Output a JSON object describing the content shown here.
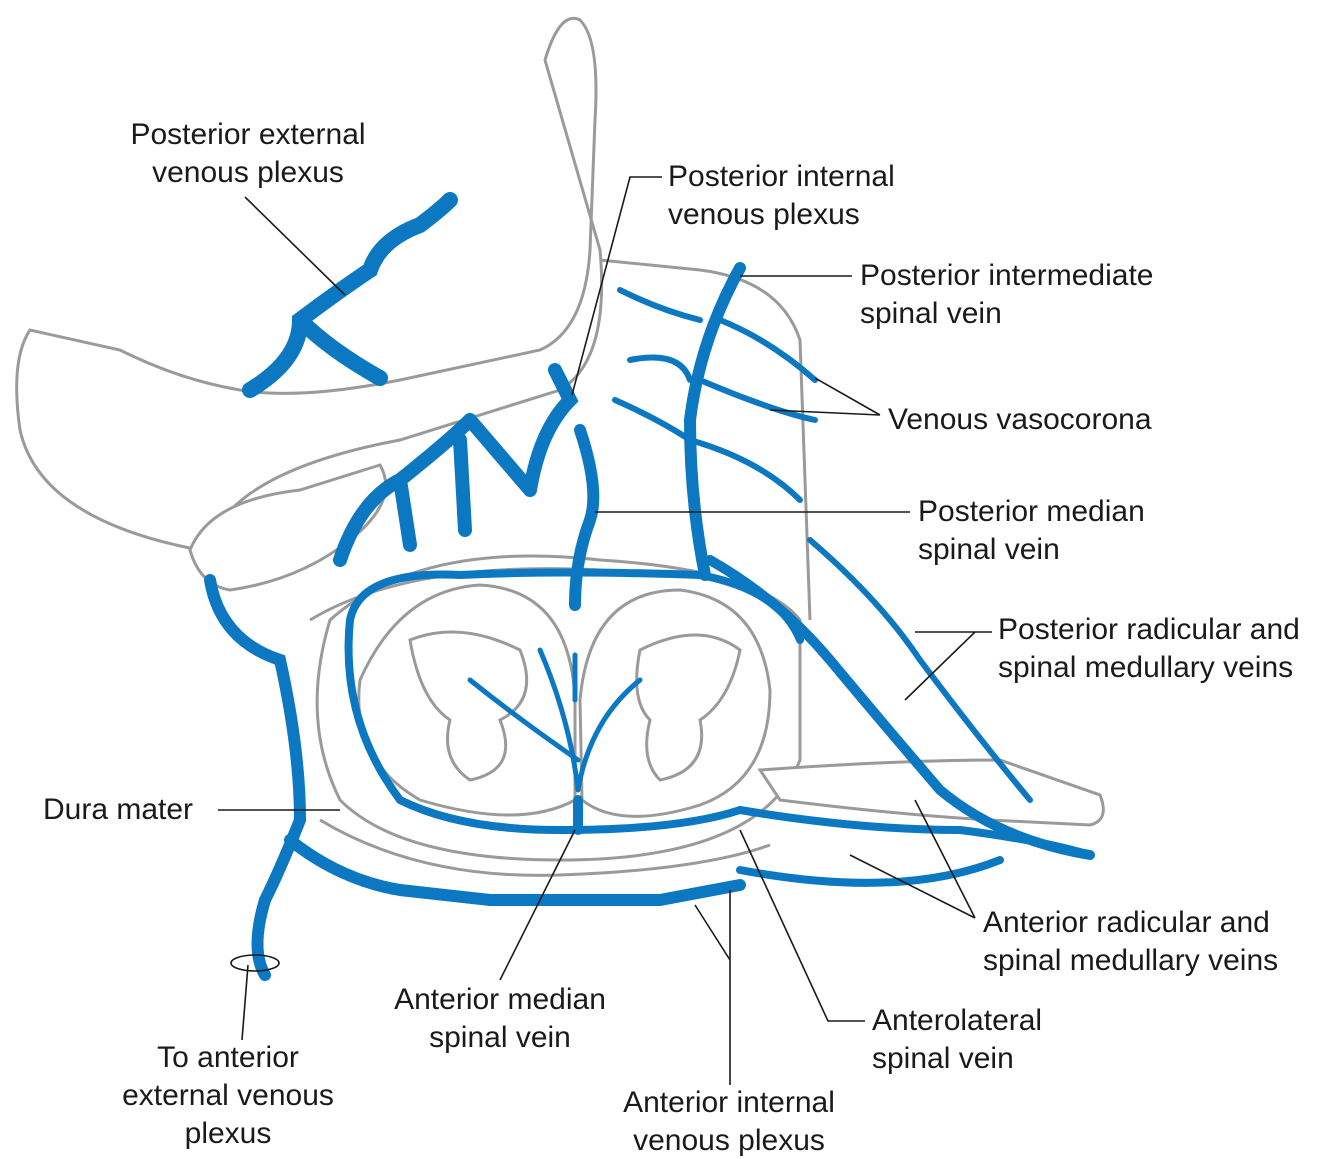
{
  "colors": {
    "vein": "#0b78c1",
    "outline": "#9a9a9a",
    "leader": "#1a1a1a"
  },
  "labels": {
    "posterior_external": [
      "Posterior external",
      "venous plexus"
    ],
    "posterior_internal": [
      "Posterior internal",
      "venous plexus"
    ],
    "posterior_intermediate": [
      "Posterior intermediate",
      "spinal vein"
    ],
    "vasocorona": [
      "Venous vasocorona"
    ],
    "posterior_median": [
      "Posterior median",
      "spinal vein"
    ],
    "posterior_radicular": [
      "Posterior radicular and",
      "spinal medullary veins"
    ],
    "dura": [
      "Dura mater"
    ],
    "anterior_radicular": [
      "Anterior radicular and",
      "spinal medullary veins"
    ],
    "anterior_median": [
      "Anterior median",
      "spinal vein"
    ],
    "anterolateral": [
      "Anterolateral",
      "spinal vein"
    ],
    "anterior_internal": [
      "Anterior internal",
      "venous plexus"
    ],
    "to_anterior_external": [
      "To anterior",
      "external venous",
      "plexus"
    ]
  }
}
